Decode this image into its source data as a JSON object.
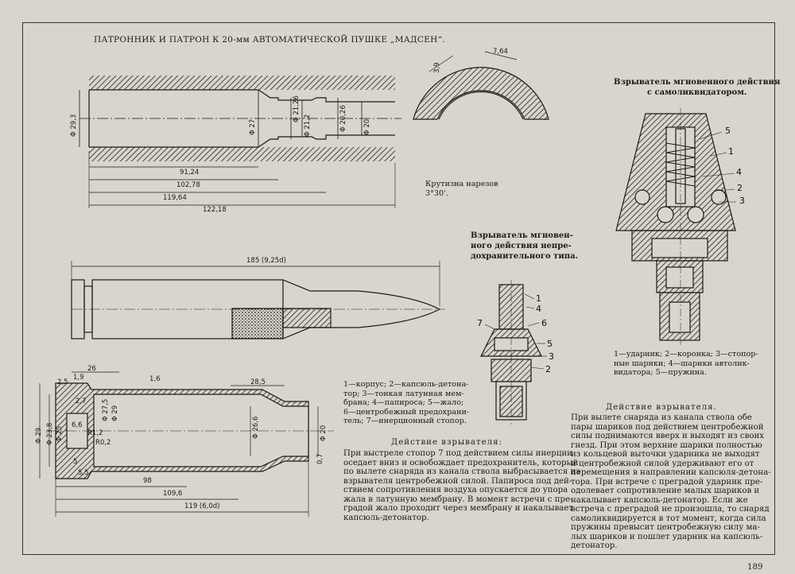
{
  "title": "ПАТРОННИК И ПАТРОН К 20-мм АВТОМАТИЧЕСКОЙ ПУШКЕ „МАДСЕН“.",
  "page_number": "189",
  "chamber": {
    "dims": {
      "d293": "Φ 29,3",
      "d27": "Φ 27",
      "d2126": "Φ 21,26",
      "d212": "Φ 21,2",
      "d2026": "Φ 20,26",
      "d20": "Φ 20"
    },
    "lengths": {
      "l1": "91,24",
      "l2": "102,78",
      "l3": "119,64",
      "l4": "122,18"
    }
  },
  "rifling": {
    "dim_a": "3,9",
    "dim_b": "7,64",
    "caption": "Крутизна нарезов\n3°30'."
  },
  "cartridge": {
    "length": "185 (9,25d)"
  },
  "case": {
    "dims": {
      "d26": "26",
      "d25": "2,5",
      "d19": "1,9",
      "d16": "1,6",
      "d285": "28,5",
      "d27": "2,7",
      "d29": "Φ 29",
      "d238": "Φ 23,8",
      "d25b": "Φ 25",
      "d66": "6,6",
      "r12": "R1,2",
      "r02": "R0,2",
      "d275": "Φ 27,5",
      "d26b": "Φ 29",
      "d266": "Φ 26,6",
      "d20": "Φ 20",
      "d07": "0,7",
      "d5": "5",
      "d55": "5,5",
      "d98": "98",
      "d1096": "109,6",
      "d119": "119 (6,0d)"
    }
  },
  "fuze1": {
    "heading": "Взрыватель мгновен-\nного действия непре-\nдохранительного типа.",
    "callouts": [
      "1",
      "4",
      "7",
      "6",
      "5",
      "3",
      "2"
    ],
    "legend": "1—корпус; 2—капсюль-детона-\nтор; 3—тонкая латунная мем-\nбрана; 4—папироса; 5—жало;\n6—центробежный предохрани-\nтель; 7—инерционный стопор.",
    "action_heading": "Действие взрывателя:",
    "action_text": "При выстреле стопор 7 под действием силы инерции\nоседает вниз и освобождает предохранитель, который\nпо вылете снаряда из канала ствола выбрасывается из\nвзрывателя центробежной силой. Папироса под дей-\nствием сопротивления воздуха опускается до упора\nжала в латунную мембрану. В момент встречи с пре-\nградой жало проходит через мембрану и накалывает\nкапсюль-детонатор."
  },
  "fuze2": {
    "heading": "Взрыватель мгновенного действия\nс самоликвидатором.",
    "callouts": [
      "5",
      "1",
      "4",
      "2",
      "3"
    ],
    "legend": "1—ударник; 2—коронка; 3—стопор-\nные шарики; 4—шарики автолик-\nвидатора; 5—пружина.",
    "action_heading": "Действие взрывателя.",
    "action_text": "При вылете снаряда из канала ствола обе\nпары шариков под действием центробежной\nсилы поднимаются вверх и выходят из своих\nгнезд. При этом верхние шарики полностью\nиз кольцевой выточки ударника не выходят\nи центробежной силой удерживают его от\nперемещения в направлении капсюля-детона-\nтора. При встрече с преградой ударник пре-\nодолевает сопротивление малых шариков и\nнакалывает капсюль-детонатор. Если же\nвстреча с преградой не произошла, то снаряд\nсамоликвидируется в тот момент, когда сила\nпружины превысит центробежную силу ма-\nлых шариков и пошлет ударник на капсюль-\nдетонатор."
  }
}
